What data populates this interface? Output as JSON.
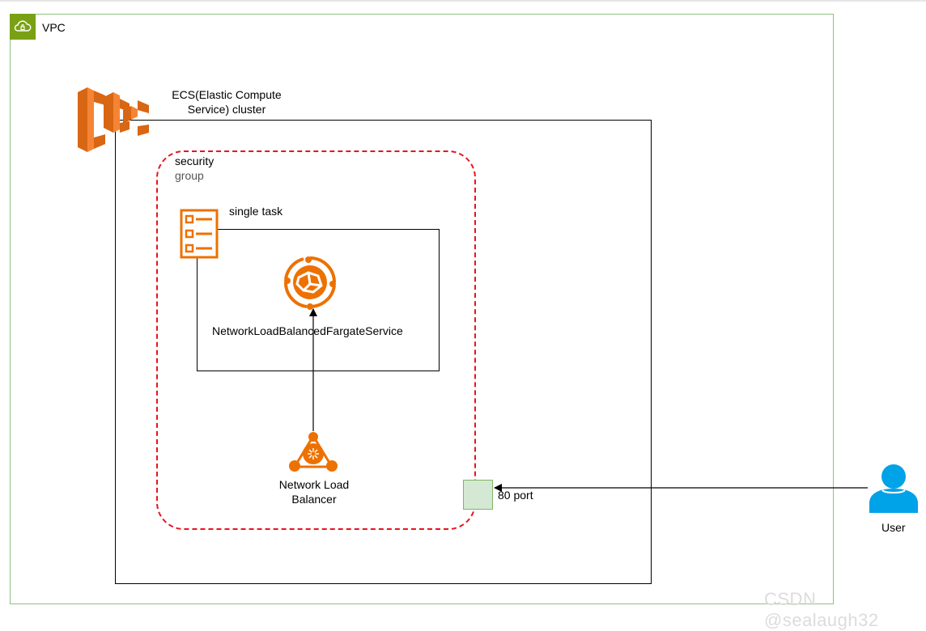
{
  "vpc": {
    "label": "VPC"
  },
  "cluster": {
    "label_line1": "ECS(Elastic Compute",
    "label_line2": "Service) cluster"
  },
  "security_group": {
    "label_line1": "security",
    "label_line2": "group"
  },
  "task": {
    "label": "single task"
  },
  "service": {
    "label": "NetworkLoadBalancedFargateService"
  },
  "nlb": {
    "label_line1": "Network Load",
    "label_line2": "Balancer"
  },
  "port": {
    "label": "80 port"
  },
  "user": {
    "label": "User"
  },
  "watermark": "CSDN @sealaugh32",
  "colors": {
    "vpc_border": "#8cc37e",
    "vpc_badge": "#7aa116",
    "security_group_border": "#e8141f",
    "aws_orange": "#ed7100",
    "ecs_orange": "#f58534",
    "port_fill": "#d5e8d4",
    "user_blue": "#00a2e8"
  },
  "icons": [
    "cloud-lock-icon",
    "ecs-cluster-icon",
    "task-list-icon",
    "fargate-service-icon",
    "load-balancer-icon",
    "user-icon"
  ]
}
